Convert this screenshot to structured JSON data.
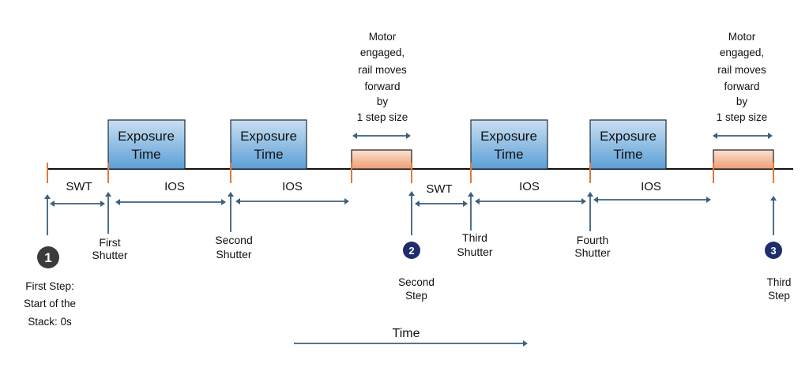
{
  "colors": {
    "arrow": "#3c5f7d",
    "tick": "#e07b39",
    "timeline": "#111111",
    "exposure_fill_top": "#c9dff1",
    "exposure_fill_bottom": "#5b9fd6",
    "motor_fill_top": "#fbe1d2",
    "motor_fill_bottom": "#ef9d73",
    "step_badge_first": "#3b3b3b",
    "step_badge_other": "#1f2d6b"
  },
  "exposure_boxes": [
    {
      "line1": "Exposure",
      "line2": "Time"
    },
    {
      "line1": "Exposure",
      "line2": "Time"
    },
    {
      "line1": "Exposure",
      "line2": "Time"
    },
    {
      "line1": "Exposure",
      "line2": "Time"
    }
  ],
  "motor_notes": [
    {
      "lines": [
        "Motor",
        "engaged,",
        "rail moves",
        "forward",
        "by",
        "1 step size"
      ]
    },
    {
      "lines": [
        "Motor",
        "engaged,",
        "rail moves",
        "forward",
        "by",
        "1 step size"
      ]
    }
  ],
  "interval_labels": [
    "SWT",
    "IOS",
    "IOS",
    "SWT",
    "IOS",
    "IOS"
  ],
  "shutters": [
    {
      "line1": "First",
      "line2": "Shutter"
    },
    {
      "line1": "Second",
      "line2": "Shutter"
    },
    {
      "line1": "Third",
      "line2": "Shutter"
    },
    {
      "line1": "Fourth",
      "line2": "Shutter"
    }
  ],
  "steps": [
    {
      "badge": "1",
      "lines": [
        "First Step:",
        "Start of the",
        "Stack: 0s"
      ]
    },
    {
      "badge": "2",
      "lines": [
        "Second",
        "Step"
      ]
    },
    {
      "badge": "3",
      "lines": [
        "Third",
        "Step"
      ]
    }
  ],
  "time_label": "Time"
}
